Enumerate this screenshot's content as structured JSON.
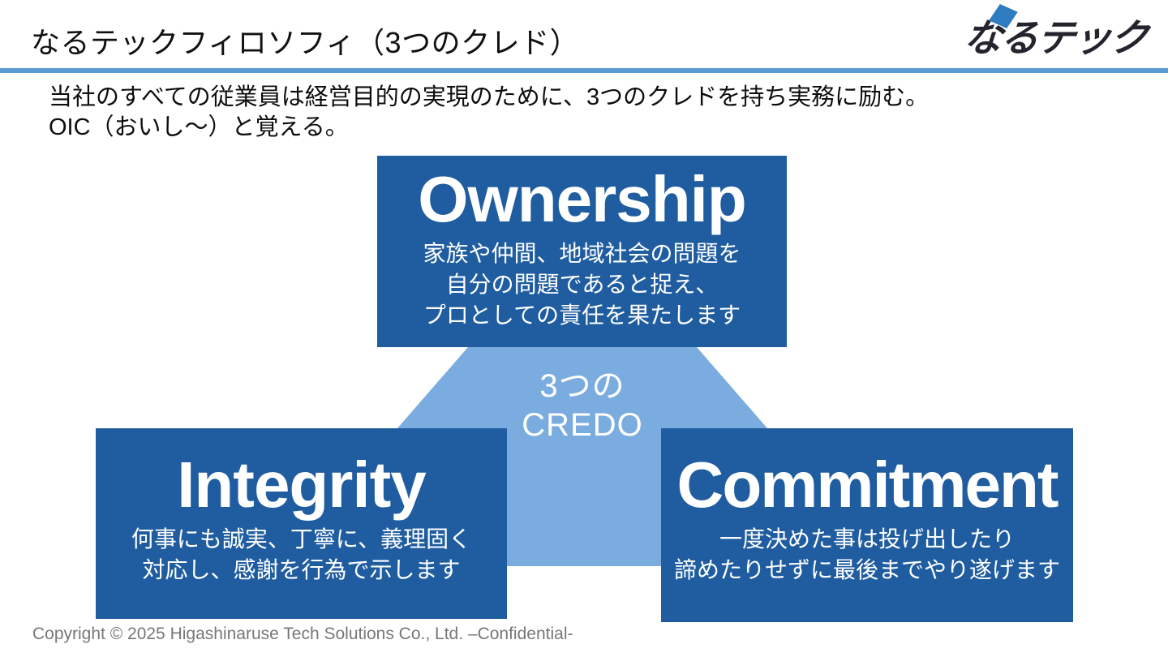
{
  "header": {
    "title": "なるテックフィロソフィ（3つのクレド）",
    "logo_text": "なるテック"
  },
  "intro": {
    "line1": "当社のすべての従業員は経営目的の実現のために、3つのクレドを持ち実務に励む。",
    "line2": "OIC（おいし～）と覚える。"
  },
  "diagram": {
    "center_label_line1": "3つの",
    "center_label_line2": "CREDO",
    "credos": [
      {
        "title": "Ownership",
        "lines": [
          "家族や仲間、地域社会の問題を",
          "自分の問題であると捉え、",
          "プロとしての責任を果たします"
        ]
      },
      {
        "title": "Integrity",
        "lines": [
          "何事にも誠実、丁寧に、義理固く",
          "対応し、感謝を行為で示します"
        ]
      },
      {
        "title": "Commitment",
        "lines": [
          "一度決めた事は投げ出したり",
          "諦めたりせずに最後までやり遂げます"
        ]
      }
    ]
  },
  "footer": {
    "copyright": "Copyright © 2025 Higashinaruse Tech Solutions Co., Ltd. –Confidential-"
  },
  "colors": {
    "box_blue": "#1f5da0",
    "triangle_blue": "#7bace0",
    "divider_blue": "#5b9bd5",
    "footer_gray": "#777777",
    "logo_dark": "#23242e",
    "logo_accent": "#2e7bbf"
  }
}
